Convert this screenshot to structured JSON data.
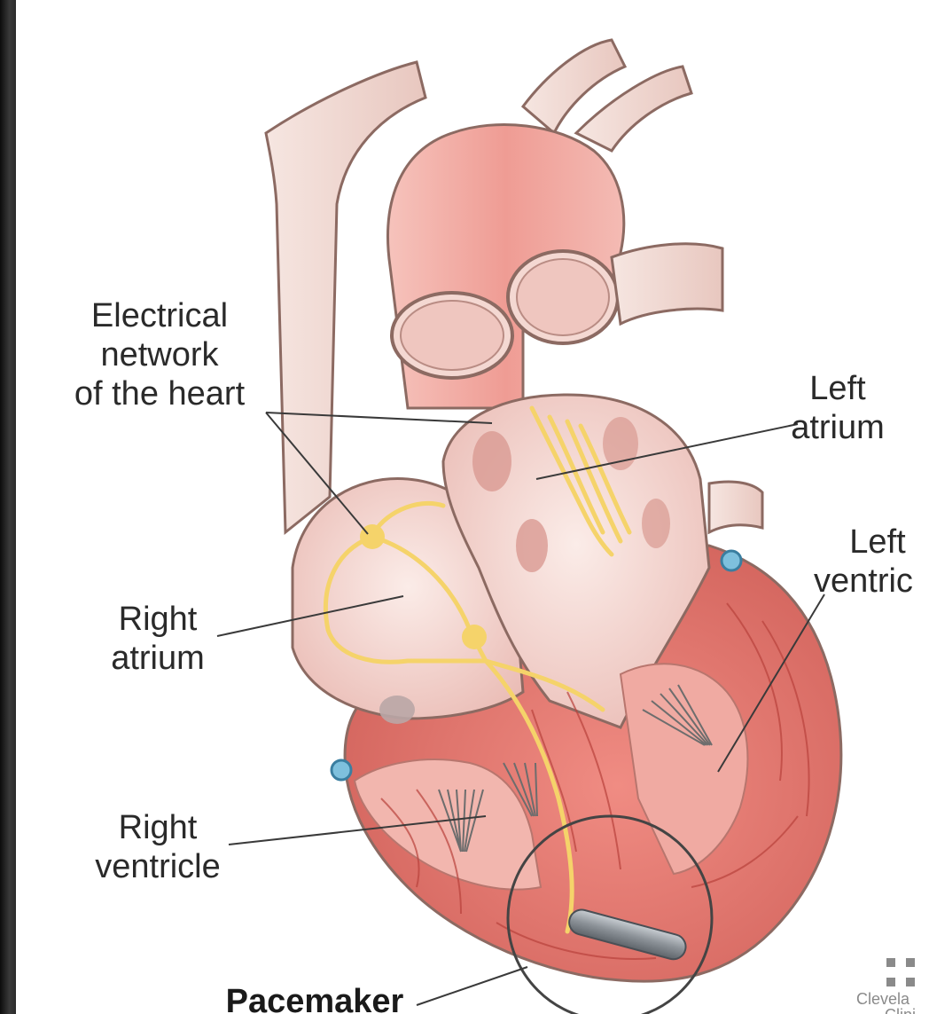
{
  "labels": {
    "electrical_network": [
      "Electrical",
      "network",
      "of the heart"
    ],
    "left_atrium": [
      "Left",
      "atrium"
    ],
    "left_ventricle": [
      "Left",
      "ventric"
    ],
    "right_atrium": [
      "Right",
      "atrium"
    ],
    "right_ventricle": [
      "Right",
      "ventricle"
    ],
    "pacemaker": "Pacemaker"
  },
  "logo": {
    "text_line1": "Clevela",
    "text_line2": "Clini"
  },
  "colors": {
    "muscle": "#e07a72",
    "muscle_dark": "#c8564f",
    "chamber_interior": "#f6ddd8",
    "vessel": "#f2d9d3",
    "aorta": "#f0a9a2",
    "electrical": "#f5d36a",
    "pacemaker_device": "#9aa0a6",
    "left_edge_dark": "#1c1c1c"
  }
}
